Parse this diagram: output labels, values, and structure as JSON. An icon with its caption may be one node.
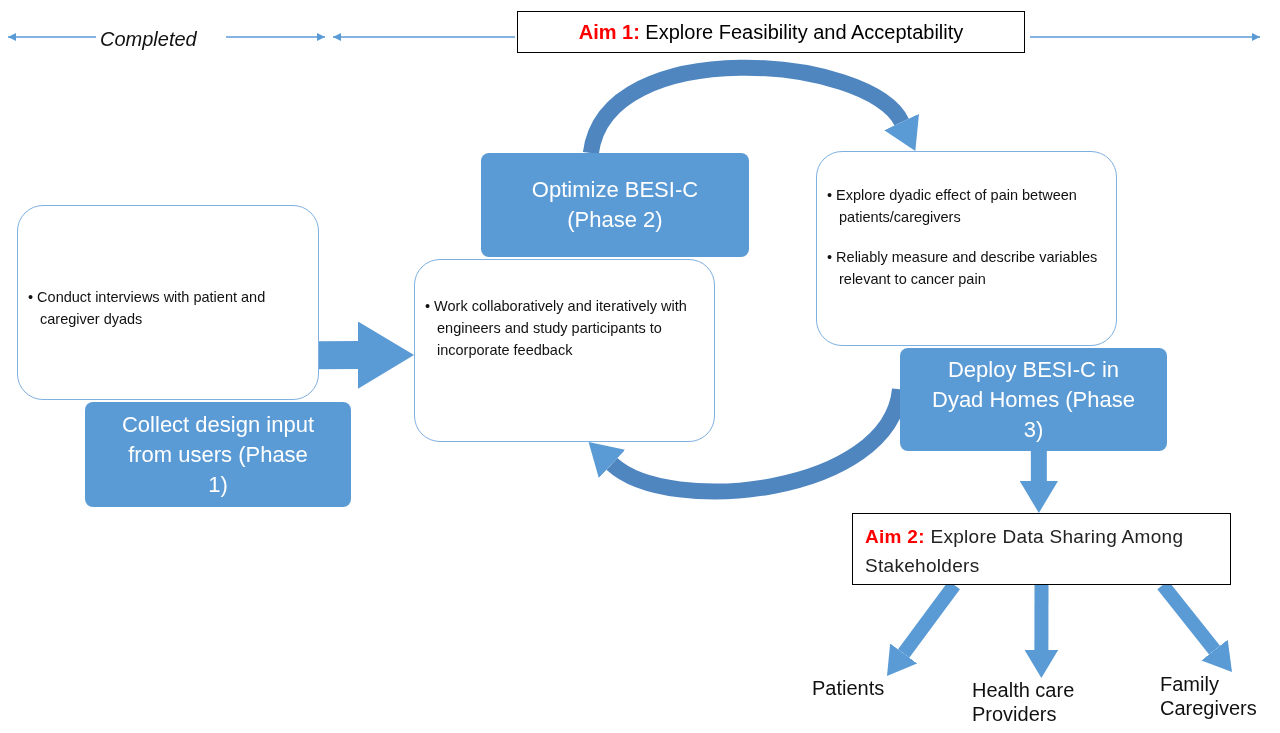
{
  "diagram": {
    "nodes": [
      {
        "text": [
          "**Aim 1:** Explore Feasibility and Acceptability"
        ]
      },
      {
        "text": [
          "• Conduct interviews with patient and caregiver dyads"
        ]
      },
      {
        "text": [
          "Collect design input from users (Phase 1)"
        ]
      },
      {
        "text": [
          "• Work collaboratively and iteratively with engineers and study participants to incorporate feedback"
        ]
      },
      {
        "text": [
          "Optimize BESI-C (Phase 2)"
        ]
      },
      {
        "text": [
          "• Explore dyadic effect of pain between patients/caregivers",
          "• Reliably measure and describe variables relevant to cancer pain"
        ]
      },
      {
        "text": [
          "Deploy BESI-C in Dyad Homes (Phase 3)"
        ]
      },
      {
        "text": [
          "**Aim 2:** Explore Data Sharing Among Stakeholders"
        ]
      },
      {
        "text": [
          "Patients"
        ]
      },
      {
        "text": [
          "Health care Providers"
        ]
      },
      {
        "text": [
          "Family Caregivers"
        ]
      }
    ],
    "edges": [
      {
        "from": 1,
        "to": 3,
        "arrow": "to"
      },
      {
        "from": 4,
        "to": 5,
        "arrow": "to"
      },
      {
        "from": 6,
        "to": 3,
        "arrow": "to"
      },
      {
        "from": 6,
        "to": 7,
        "arrow": "to"
      },
      {
        "from": 7,
        "to": 8,
        "arrow": "to"
      },
      {
        "from": 7,
        "to": 9,
        "arrow": "to"
      },
      {
        "from": 7,
        "to": 10,
        "arrow": "to"
      }
    ],
    "labels": [
      "Completed"
    ]
  }
}
